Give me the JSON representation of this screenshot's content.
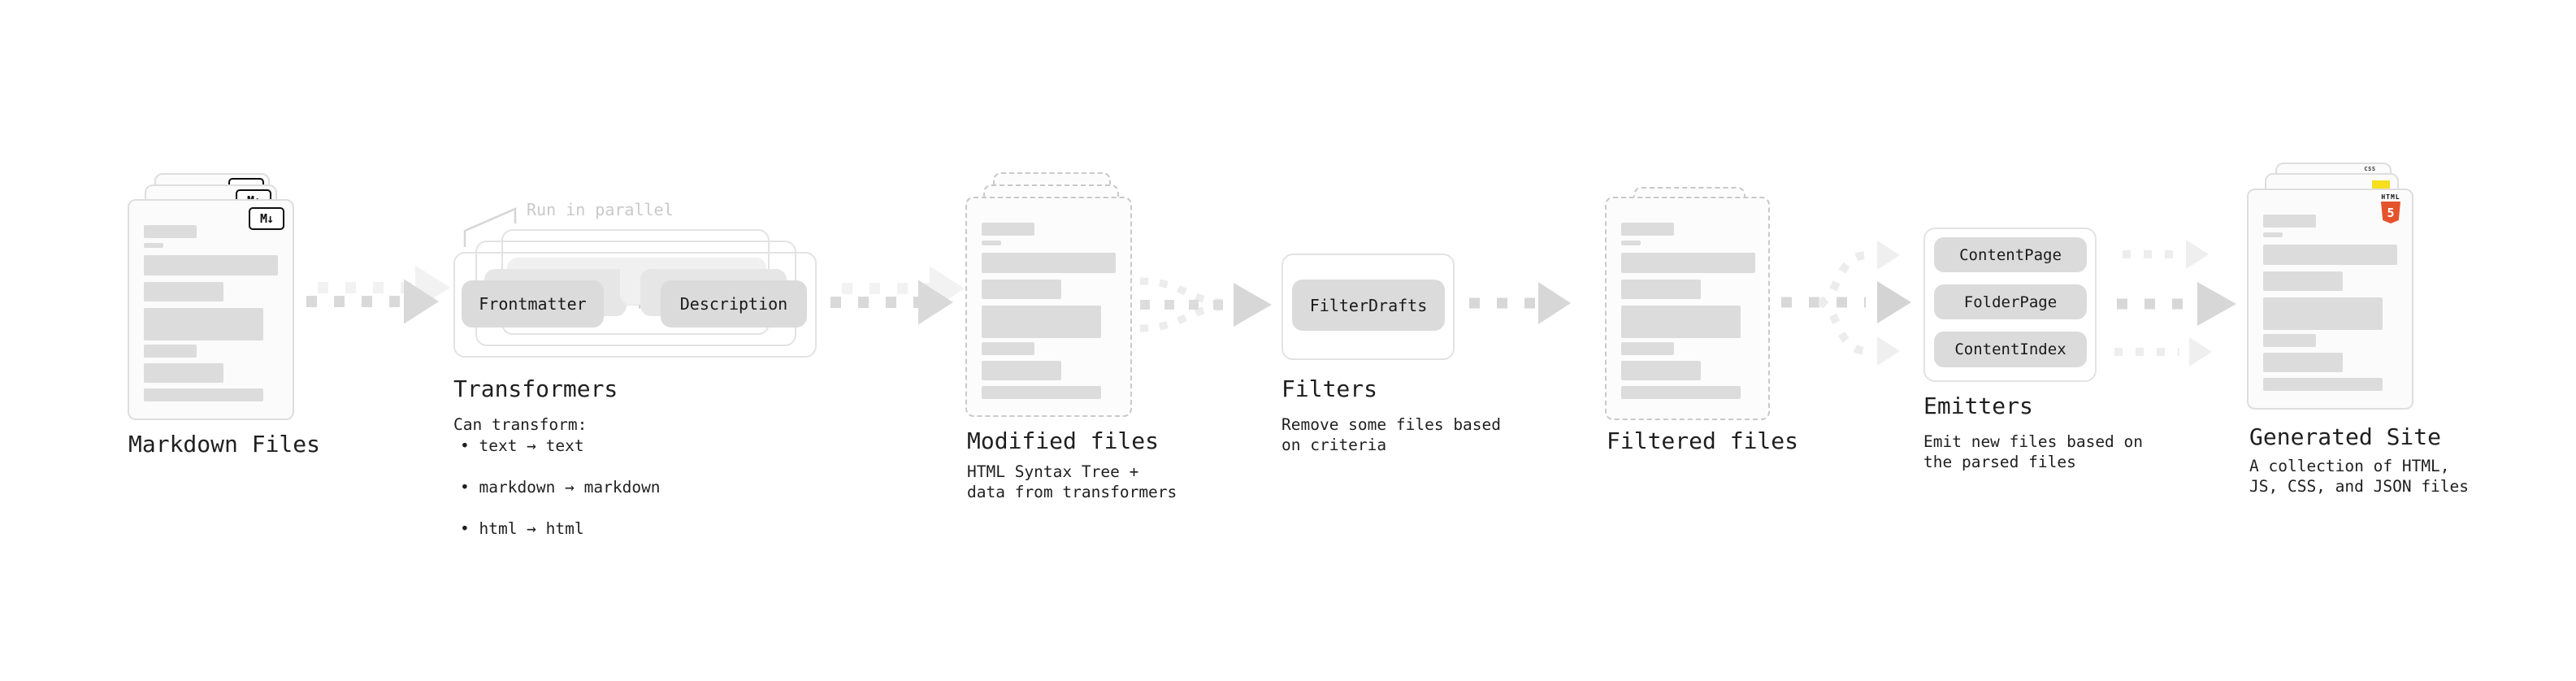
{
  "colors": {
    "html5_orange": "#e5532c",
    "js_yellow": "#f7df1e",
    "css_blue": "#2f6fed",
    "arrow_gray": "#d7d7d7",
    "note_gray": "#c9c9c9",
    "text_dark": "#1f1f1f"
  },
  "stages": {
    "markdown_files": {
      "label": "Markdown Files",
      "icon": "markdown-icon",
      "icon_text": "M↓"
    },
    "transformers": {
      "label": "Transformers",
      "note": "Run in parallel",
      "nodes": [
        "Frontmatter",
        "Description"
      ],
      "desc_title": "Can transform:",
      "bullets": [
        "text → text",
        "markdown → markdown",
        "html → html"
      ]
    },
    "modified_files": {
      "label": "Modified files",
      "desc_line1": "HTML Syntax Tree +",
      "desc_line2": "data from transformers"
    },
    "filters": {
      "label": "Filters",
      "nodes": [
        "FilterDrafts"
      ],
      "desc_line1": "Remove some files based",
      "desc_line2": "on criteria"
    },
    "filtered_files": {
      "label": "Filtered files"
    },
    "emitters": {
      "label": "Emitters",
      "nodes": [
        "ContentPage",
        "FolderPage",
        "ContentIndex"
      ],
      "desc_line1": "Emit new files based on",
      "desc_line2": "the parsed files"
    },
    "generated_site": {
      "label": "Generated Site",
      "desc_line1": "A collection of HTML,",
      "desc_line2": "JS, CSS, and JSON files",
      "html_badge": {
        "label": "HTML",
        "number": "5"
      },
      "css_badge": "CSS"
    }
  }
}
